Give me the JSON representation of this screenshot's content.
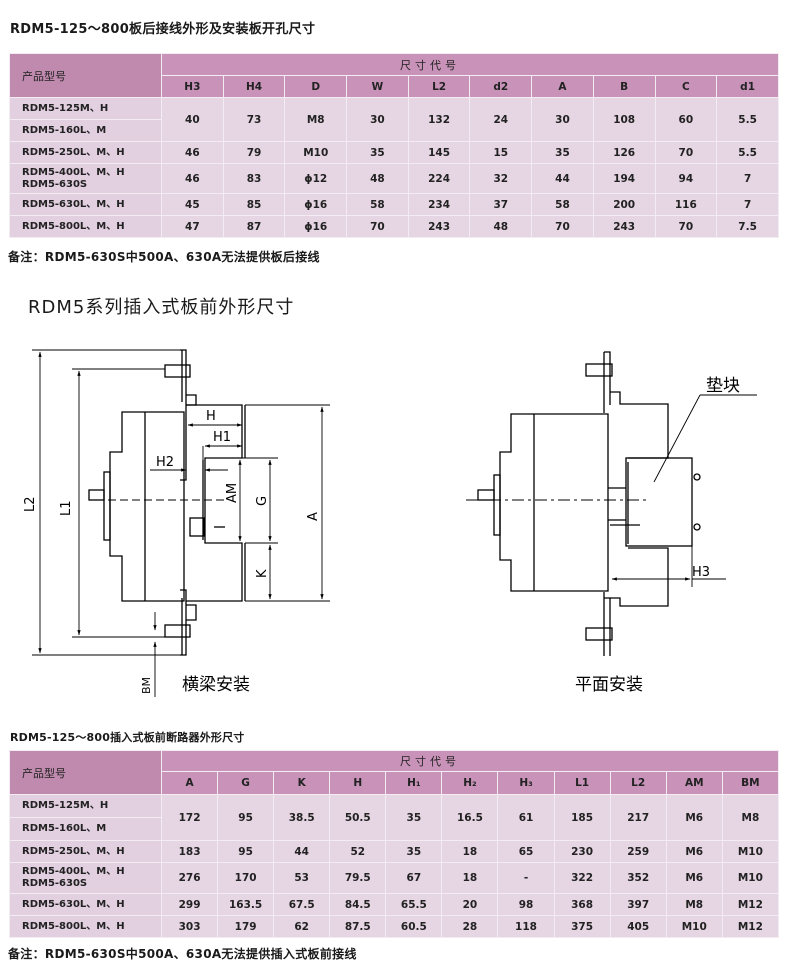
{
  "table1": {
    "title": "RDM5-125～800板后接线外形及安装板开孔尺寸",
    "model_header": "产品型号",
    "group_header": "尺寸代号",
    "columns": [
      "H3",
      "H4",
      "D",
      "W",
      "L2",
      "d2",
      "A",
      "B",
      "C",
      "d1"
    ],
    "rows": [
      {
        "models": [
          "RDM5-125M、H",
          "RDM5-160L、M"
        ],
        "values": [
          "40",
          "73",
          "M8",
          "30",
          "132",
          "24",
          "30",
          "108",
          "60",
          "5.5"
        ]
      },
      {
        "models": [
          "RDM5-250L、M、H"
        ],
        "values": [
          "46",
          "79",
          "M10",
          "35",
          "145",
          "15",
          "35",
          "126",
          "70",
          "5.5"
        ]
      },
      {
        "models": [
          "RDM5-400L、M、H",
          "RDM5-630S"
        ],
        "values": [
          "46",
          "83",
          "ϕ12",
          "48",
          "224",
          "32",
          "44",
          "194",
          "94",
          "7"
        ]
      },
      {
        "models": [
          "RDM5-630L、M、H"
        ],
        "values": [
          "45",
          "85",
          "ϕ16",
          "58",
          "234",
          "37",
          "58",
          "200",
          "116",
          "7"
        ]
      },
      {
        "models": [
          "RDM5-800L、M、H"
        ],
        "values": [
          "47",
          "87",
          "ϕ16",
          "70",
          "243",
          "48",
          "70",
          "243",
          "70",
          "7.5"
        ]
      }
    ],
    "note": "备注：RDM5-630S中500A、630A无法提供板后接线"
  },
  "section": {
    "title": "RDM5系列插入式板前外形尺寸"
  },
  "diagram_left": {
    "caption": "横梁安装",
    "labels": {
      "L2": "L2",
      "L1": "L1",
      "H": "H",
      "H1": "H1",
      "H2": "H2",
      "AM": "AM",
      "G": "G",
      "A": "A",
      "K": "K",
      "BM": "BM"
    }
  },
  "diagram_right": {
    "caption": "平面安装",
    "callout": "垫块",
    "labels": {
      "H3": "H3"
    }
  },
  "table2": {
    "title": "RDM5-125～800插入式板前断路器外形尺寸",
    "model_header": "产品型号",
    "group_header": "尺寸代号",
    "columns": [
      "A",
      "G",
      "K",
      "H",
      "H₁",
      "H₂",
      "H₃",
      "L1",
      "L2",
      "AM",
      "BM"
    ],
    "rows": [
      {
        "models": [
          "RDM5-125M、H",
          "RDM5-160L、M"
        ],
        "values": [
          "172",
          "95",
          "38.5",
          "50.5",
          "35",
          "16.5",
          "61",
          "185",
          "217",
          "M6",
          "M8"
        ]
      },
      {
        "models": [
          "RDM5-250L、M、H"
        ],
        "values": [
          "183",
          "95",
          "44",
          "52",
          "35",
          "18",
          "65",
          "230",
          "259",
          "M6",
          "M10"
        ]
      },
      {
        "models": [
          "RDM5-400L、M、H",
          "RDM5-630S"
        ],
        "values": [
          "276",
          "170",
          "53",
          "79.5",
          "67",
          "18",
          "-",
          "322",
          "352",
          "M6",
          "M10"
        ]
      },
      {
        "models": [
          "RDM5-630L、M、H"
        ],
        "values": [
          "299",
          "163.5",
          "67.5",
          "84.5",
          "65.5",
          "20",
          "98",
          "368",
          "397",
          "M8",
          "M12"
        ]
      },
      {
        "models": [
          "RDM5-800L、M、H"
        ],
        "values": [
          "303",
          "179",
          "62",
          "87.5",
          "60.5",
          "28",
          "118",
          "375",
          "405",
          "M10",
          "M12"
        ]
      }
    ],
    "note": "备注：RDM5-630S中500A、630A无法提供插入式板前接线"
  }
}
